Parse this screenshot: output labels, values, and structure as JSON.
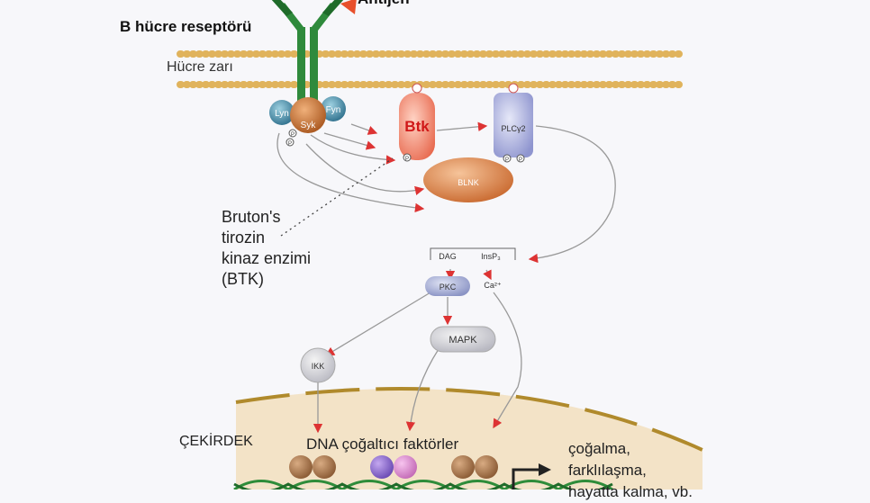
{
  "labels": {
    "receptor": "B hücre reseptörü",
    "antigen": "Antijen",
    "membrane": "Hücre zarı",
    "btk_line1": "Bruton's",
    "btk_line2": "tirozin",
    "btk_line3": "kinaz enzimi",
    "btk_line4": "(BTK)",
    "nucleus": "ÇEKİRDEK",
    "dna_factors": "DNA çoğaltıcı faktörler",
    "outcome_line1": "çoğalma,",
    "outcome_line2": "farklılaşma,",
    "outcome_line3": "hayatta kalma, vb."
  },
  "proteins": {
    "lyn": "Lyn",
    "fyn": "Fyn",
    "syk": "Syk",
    "btk": "Btk",
    "plcg2": "PLCγ2",
    "blnk": "BLNK",
    "dag": "DAG",
    "insp3": "InsP₃",
    "pkc": "PKC",
    "ca": "Ca²⁺",
    "mapk": "MAPK",
    "ikk": "IKK",
    "p": "P"
  },
  "colors": {
    "receptor": "#2f8a3c",
    "antigen": "#e8502c",
    "membrane": "#e0b35c",
    "btk": "#f08a70",
    "plcg2": "#a8aedc",
    "blnk": "#d9844a",
    "lyn_fyn": "#4c8fa8",
    "syk": "#c8763c",
    "nucleus": "#f2dcb6",
    "nucleus_border": "#b08a2c",
    "dna": "#2e8c3a"
  }
}
